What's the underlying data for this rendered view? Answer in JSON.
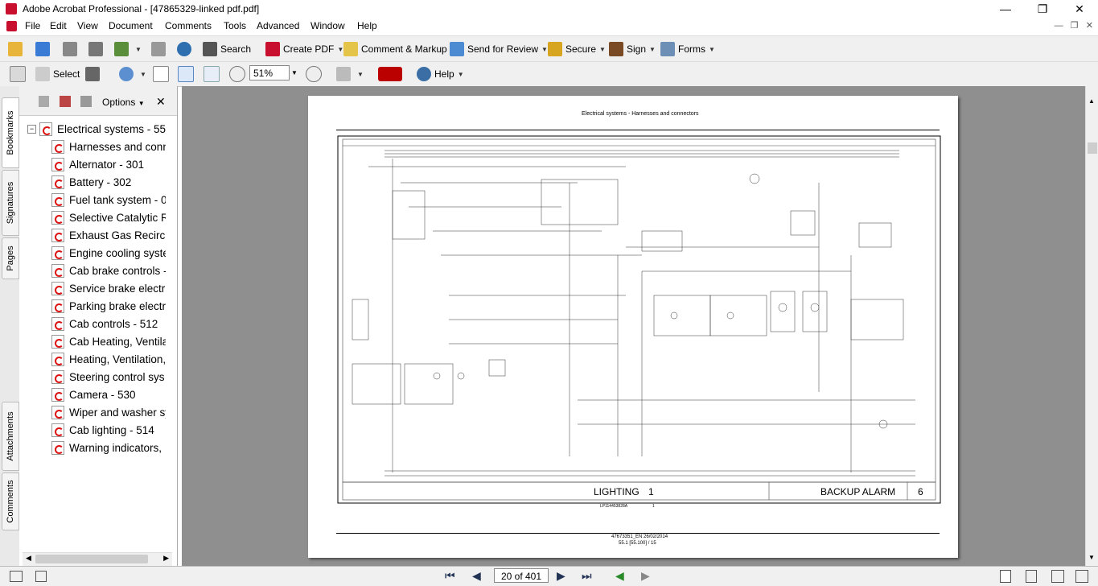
{
  "window": {
    "title": "Adobe Acrobat Professional - [47865329-linked pdf.pdf]",
    "minimize": "—",
    "restore": "❐",
    "close": "✕"
  },
  "menu": [
    "File",
    "Edit",
    "View",
    "Document",
    "Comments",
    "Tools",
    "Advanced",
    "Window",
    "Help"
  ],
  "toolbar1": {
    "search": "Search",
    "create_pdf": "Create PDF",
    "comment_markup": "Comment & Markup",
    "send_review": "Send for Review",
    "secure": "Secure",
    "sign": "Sign",
    "forms": "Forms"
  },
  "toolbar2": {
    "select": "Select",
    "zoom": "51%",
    "help": "Help"
  },
  "left_tabs": [
    "Bookmarks",
    "Signatures",
    "Pages",
    "Attachments",
    "Comments"
  ],
  "bookmarks_panel": {
    "options": "Options"
  },
  "bookmarks": [
    "Electrical systems - 55",
    "Harnesses and conn",
    "Alternator - 301",
    "Battery - 302",
    "Fuel tank system - 0",
    "Selective Catalytic R",
    "Exhaust Gas Recirc",
    "Engine cooling syste",
    "Cab brake controls -",
    "Service brake electri",
    "Parking brake electr",
    "Cab controls - 512",
    "Cab Heating, Ventila",
    "Heating, Ventilation,",
    "Steering control sys",
    "Camera - 530",
    "Wiper and washer sy",
    "Cab lighting - 514",
    "Warning indicators,"
  ],
  "page_content": {
    "header": "Electrical systems - Harnesses and connectors",
    "footer_left": "LIGHTING",
    "footer_num": "1",
    "footer_right": "BACKUP ALARM",
    "sheet": "6",
    "code": "47673351_EN  26/02/2014",
    "page_ref": "55.1 [55.100] / 15",
    "drawing_no": "LP114453828A",
    "drawing_sheet": "1"
  },
  "status": {
    "page_indicator": "20 of 401"
  }
}
